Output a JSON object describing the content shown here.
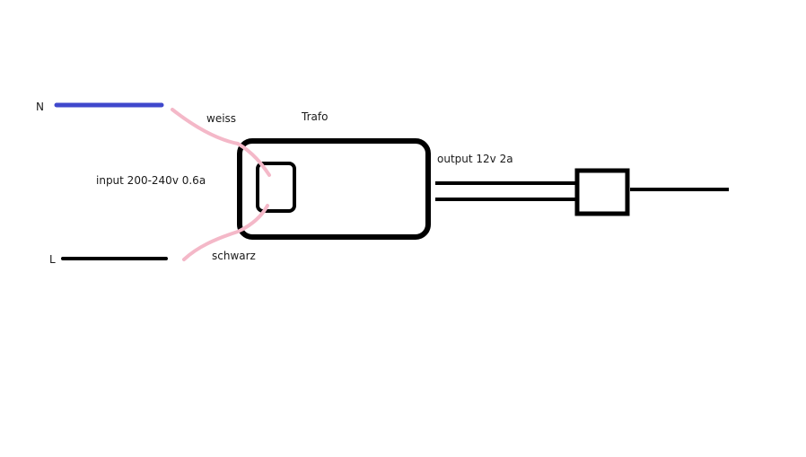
{
  "diagram": {
    "labels": {
      "n": "N",
      "l": "L",
      "weiss": "weiss",
      "schwarz": "schwarz",
      "input": "input 200-240v 0.6a",
      "trafo": "Trafo",
      "output": "output 12v 2a"
    },
    "colors": {
      "neutral_wire": "#3f48cc",
      "live_wire": "#000000",
      "pink_wire": "#f4b8c8",
      "outline": "#000000",
      "text": "#1a1a1a"
    }
  }
}
